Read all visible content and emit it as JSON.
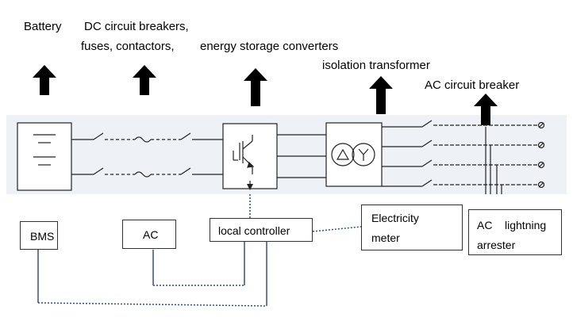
{
  "top_labels": {
    "battery": "Battery",
    "dc_breakers_line1": "DC circuit breakers,",
    "dc_breakers_line2": "fuses, contactors,",
    "converters": "energy storage converters",
    "transformer": "isolation transformer",
    "ac_breaker": "AC circuit breaker"
  },
  "boxes": {
    "bms": "BMS",
    "ac": "AC",
    "local_controller": "local controller",
    "meter_line1": "Electricity",
    "meter_line2": "meter",
    "arrester_line1": "AC    lightning",
    "arrester_line2": "arrester"
  },
  "colors": {
    "band": "#eef2f7",
    "line": "#222222",
    "dotted": "#2b4f8a",
    "connector": "#3a4f7a"
  }
}
